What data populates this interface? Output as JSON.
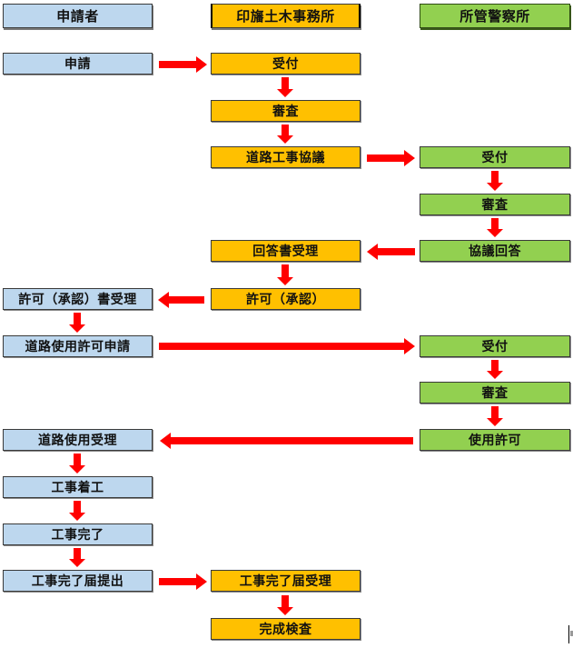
{
  "lanes": {
    "applicant": "申請者",
    "civil_office": "印旛土木事務所",
    "police": "所管警察所"
  },
  "steps": {
    "applicant": [
      "申請",
      "許可（承認）書受理",
      "道路使用許可申請",
      "道路使用受理",
      "工事着工",
      "工事完了",
      "工事完了届提出"
    ],
    "civil_office": [
      "受付",
      "審査",
      "道路工事協議",
      "回答書受理",
      "許可（承認）",
      "工事完了届受理",
      "完成検査"
    ],
    "police": [
      "受付",
      "審査",
      "協議回答",
      "受付",
      "審査",
      "使用許可"
    ]
  },
  "colors": {
    "applicant": "#bdd7ee",
    "civil_office": "#ffc000",
    "police": "#92d050",
    "arrow": "#ff0000"
  }
}
